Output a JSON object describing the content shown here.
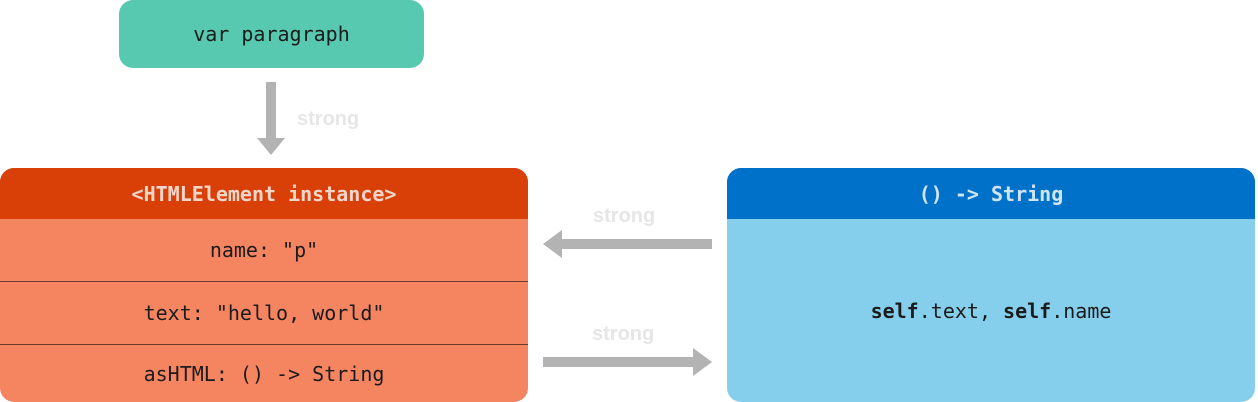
{
  "variable": {
    "label": "var paragraph"
  },
  "edges": {
    "var_to_instance": "strong",
    "closure_to_instance": "strong",
    "instance_to_closure": "strong"
  },
  "instance": {
    "title": "<HTMLElement instance>",
    "rows": [
      "name: \"p\"",
      "text: \"hello, world\"",
      "asHTML: () -> String"
    ]
  },
  "closure": {
    "title": "() -> String",
    "capture_kw1": "self",
    "capture_rest1": ".text, ",
    "capture_kw2": "self",
    "capture_rest2": ".name"
  },
  "colors": {
    "variable_fill": "#56c9b0",
    "instance_header": "#d84008",
    "instance_fill": "#f58561",
    "closure_header": "#0071c9",
    "closure_fill": "#86cfec",
    "arrow": "#b3b3b3"
  }
}
